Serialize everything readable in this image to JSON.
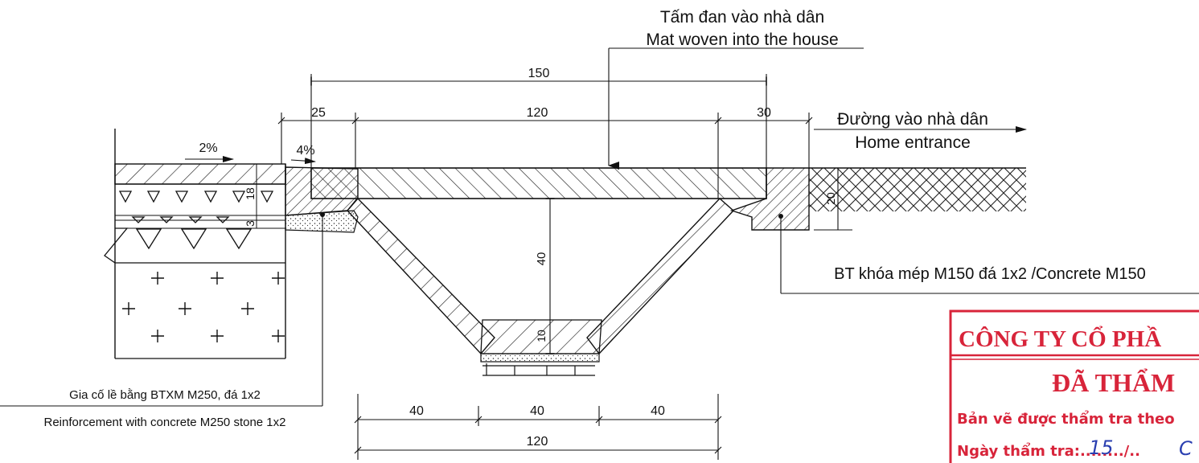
{
  "labels": {
    "mat_vi": "Tấm đan vào nhà dân",
    "mat_en": "Mat woven into the house",
    "entrance_vi": "Đường vào nhà dân",
    "entrance_en": "Home entrance",
    "edge_lock": "BT khóa mép M150 đá 1x2 /Concrete M150",
    "reinforce_vi": "Gia cố lề bằng BTXM M250, đá 1x2",
    "reinforce_en": "Reinforcement with concrete M250 stone 1x2"
  },
  "dimensions": {
    "top_total": "150",
    "left_25": "25",
    "mid_120": "120",
    "right_30": "30",
    "slope_2": "2%",
    "slope_4": "4%",
    "layer_18": "18",
    "layer_3": "3",
    "right_20": "20",
    "depth_40": "40",
    "base_10": "10",
    "bottom_40a": "40",
    "bottom_40b": "40",
    "bottom_40c": "40",
    "bottom_120": "120"
  },
  "stamp": {
    "line1": "CÔNG TY CỔ PHẦ",
    "line2": "ĐÃ THẨM",
    "line3": "Bản vẽ được thẩm tra theo",
    "line4_label": "Ngày thẩm tra:",
    "line4_dots": "......",
    "line4_day": "15",
    "line4_sep": "../..",
    "line4_tail": "C",
    "color": "#d8243a"
  }
}
